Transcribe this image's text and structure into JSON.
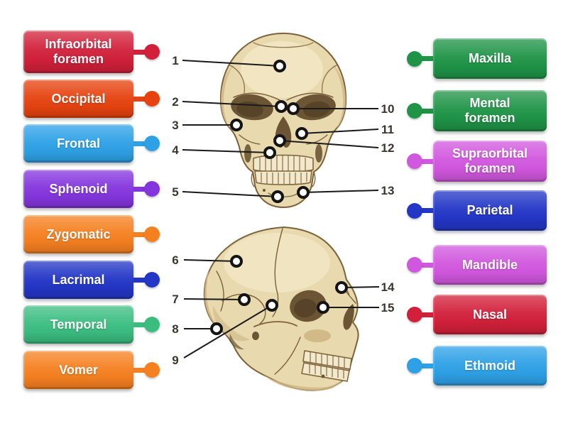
{
  "activity": {
    "type_hint": "labelled-diagram",
    "background": "#ffffff",
    "subject_hint": "human skull, anterior and lateral views"
  },
  "palette": {
    "line_color": "#1a1a1a",
    "number_color": "#3a352e",
    "marker_fill": "#ffffff",
    "marker_ring": "#141414",
    "bone": "#e9d9ae",
    "bone_light": "#f4e8c8",
    "bone_shade": "#cfb584",
    "socket": "#6b5534",
    "socket_dark": "#574327",
    "outline": "#7d6138",
    "teeth": "#f2e8cc",
    "crimson": "#d2203a",
    "orange_red": "#e64310",
    "light_blue": "#2ea1e6",
    "violet": "#8435dd",
    "orange": "#f58020",
    "dark_blue": "#2336c6",
    "green": "#3bbd80",
    "dark_green": "#1f9447",
    "orchid": "#d157de"
  },
  "left_labels": [
    {
      "text": "Infraorbital foramen",
      "color": "#d2203a"
    },
    {
      "text": "Occipital",
      "color": "#e64310"
    },
    {
      "text": "Frontal",
      "color": "#2ea1e6"
    },
    {
      "text": "Sphenoid",
      "color": "#8435dd"
    },
    {
      "text": "Zygomatic",
      "color": "#f58020"
    },
    {
      "text": "Lacrimal",
      "color": "#2336c6"
    },
    {
      "text": "Temporal",
      "color": "#3bbd80"
    },
    {
      "text": "Vomer",
      "color": "#f58020"
    }
  ],
  "right_labels": [
    {
      "text": "Maxilla",
      "color": "#1f9447"
    },
    {
      "text": "Mental foramen",
      "color": "#1f9447"
    },
    {
      "text": "Supraorbital foramen",
      "color": "#d157de"
    },
    {
      "text": "Parietal",
      "color": "#2336c6"
    },
    {
      "text": "Mandible",
      "color": "#d157de"
    },
    {
      "text": "Nasal",
      "color": "#d2203a"
    },
    {
      "text": "Ethmoid",
      "color": "#2ea1e6"
    }
  ],
  "marker_numbers": [
    "1",
    "2",
    "3",
    "4",
    "5",
    "6",
    "7",
    "8",
    "9",
    "10",
    "11",
    "12",
    "13",
    "14",
    "15"
  ]
}
